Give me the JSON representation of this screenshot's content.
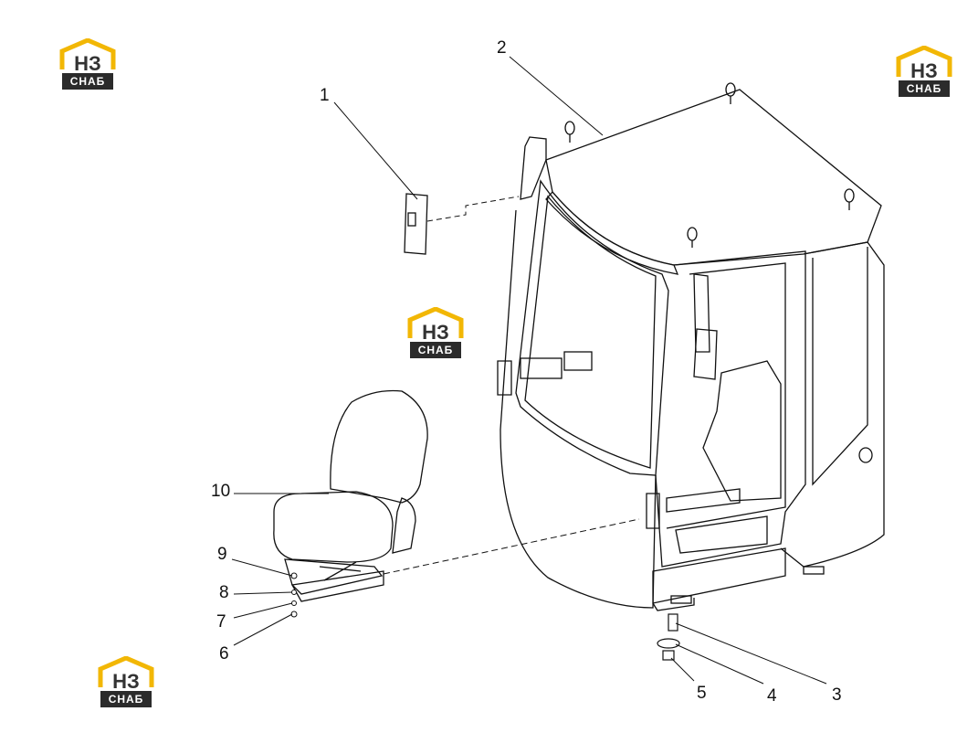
{
  "logo": {
    "mark_text": "НЗ",
    "sub_text": "СНАБ",
    "accent": "#f2b705",
    "dark": "#2b2b2b"
  },
  "callouts": [
    "1",
    "2",
    "3",
    "4",
    "5",
    "6",
    "7",
    "8",
    "9",
    "10"
  ]
}
